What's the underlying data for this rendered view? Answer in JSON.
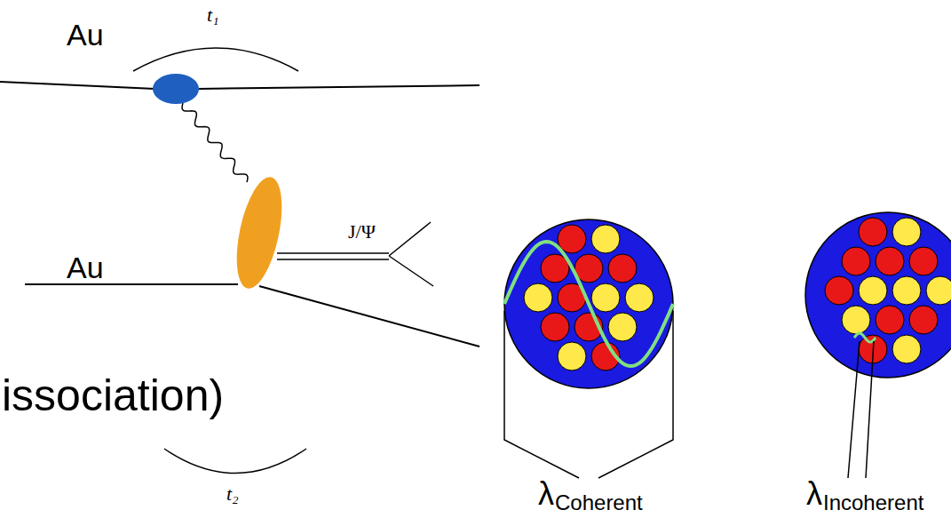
{
  "diagram": {
    "labels": [
      "Au",
      "Au",
      "t₁",
      "t₂",
      "J/Ψ",
      "issociation)",
      "λ",
      "Coherent",
      "λ",
      "Incoherent"
    ]
  }
}
